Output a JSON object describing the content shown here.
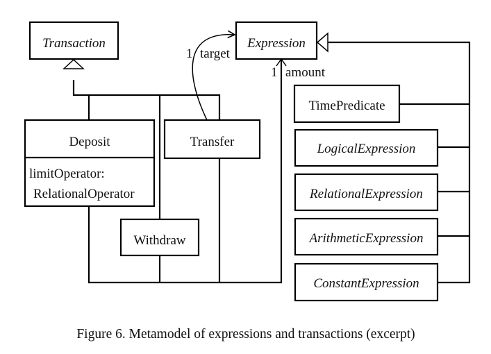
{
  "diagram": {
    "classes": {
      "transaction": {
        "name": "Transaction",
        "abstract": true
      },
      "expression": {
        "name": "Expression",
        "abstract": true
      },
      "deposit": {
        "name": "Deposit",
        "abstract": false,
        "attributes": [
          "limitOperator:",
          "RelationalOperator"
        ]
      },
      "transfer": {
        "name": "Transfer",
        "abstract": false
      },
      "withdraw": {
        "name": "Withdraw",
        "abstract": false
      },
      "time_predicate": {
        "name": "TimePredicate",
        "abstract": false
      },
      "logical_expression": {
        "name": "LogicalExpression",
        "abstract": true
      },
      "relational_expression": {
        "name": "RelationalExpression",
        "abstract": true
      },
      "arithmetic_expression": {
        "name": "ArithmeticExpression",
        "abstract": true
      },
      "constant_expression": {
        "name": "ConstantExpression",
        "abstract": true
      }
    },
    "associations": {
      "target": {
        "from": "Transfer",
        "to": "Expression",
        "multiplicity": "1",
        "role": "target"
      },
      "amount": {
        "from": "Transaction subclasses",
        "to": "Expression",
        "multiplicity": "1",
        "role": "amount"
      }
    },
    "generalizations": [
      {
        "parent": "Transaction",
        "children": [
          "Deposit",
          "Transfer",
          "Withdraw"
        ]
      },
      {
        "parent": "Expression",
        "children": [
          "TimePredicate",
          "LogicalExpression",
          "RelationalExpression",
          "ArithmeticExpression",
          "ConstantExpression"
        ]
      }
    ]
  },
  "caption": "Figure 6. Metamodel of expressions and transactions (excerpt)"
}
